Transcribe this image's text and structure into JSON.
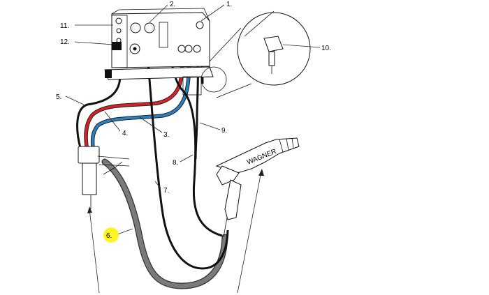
{
  "callouts": [
    {
      "id": "1",
      "label": "1."
    },
    {
      "id": "2",
      "label": "2."
    },
    {
      "id": "3",
      "label": "3."
    },
    {
      "id": "4",
      "label": "4."
    },
    {
      "id": "5",
      "label": "5."
    },
    {
      "id": "6",
      "label": "6.",
      "highlighted": true
    },
    {
      "id": "7",
      "label": "7."
    },
    {
      "id": "8",
      "label": "8."
    },
    {
      "id": "9",
      "label": "9."
    },
    {
      "id": "10",
      "label": "10."
    },
    {
      "id": "11",
      "label": "11."
    },
    {
      "id": "12",
      "label": "12."
    }
  ],
  "gun_brand_text": "WAGNER",
  "colors": {
    "red_hose": "#d8202a",
    "blue_hose": "#2a7fc1",
    "black_hose": "#111111",
    "powder_hose": "#7a7a7a",
    "highlight": "#fff200"
  }
}
